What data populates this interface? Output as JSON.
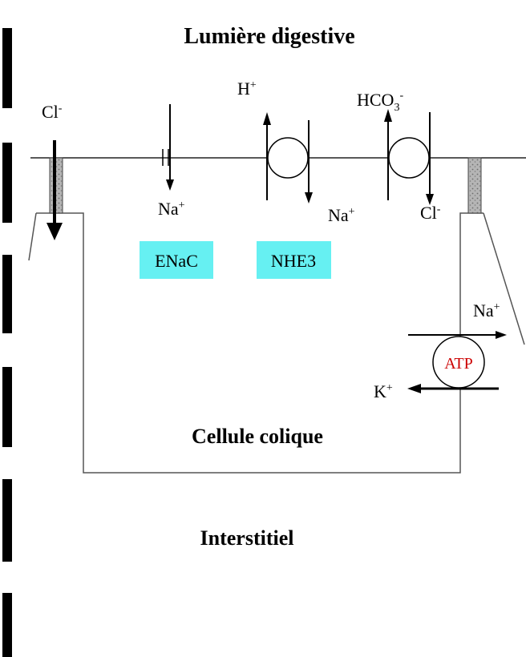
{
  "title": "Lumière digestive",
  "cell_label": "Cellule colique",
  "interstitium_label": "Interstitiel",
  "ions": {
    "cl_left": {
      "base": "Cl",
      "sup": "-"
    },
    "na_enac": {
      "base": "Na",
      "sup": "+"
    },
    "h_plus": {
      "base": "H",
      "sup": "+"
    },
    "na_nhe3": {
      "base": "Na",
      "sup": "+"
    },
    "hco3": {
      "base": "HCO",
      "sub": "3",
      "sup": "-"
    },
    "cl_exchanger": {
      "base": "Cl",
      "sup": "-"
    },
    "na_pump": {
      "base": "Na",
      "sup": "+"
    },
    "k_pump": {
      "base": "K",
      "sup": "+"
    }
  },
  "transporters": {
    "enac": "ENaC",
    "nhe3": "NHE3",
    "atp": "ATP"
  },
  "colors": {
    "label_box": "#66f0f2",
    "atp_text": "#cc0000",
    "line": "#000000",
    "cell_outline": "#555555",
    "junction_fill": "#9a9a9a"
  }
}
